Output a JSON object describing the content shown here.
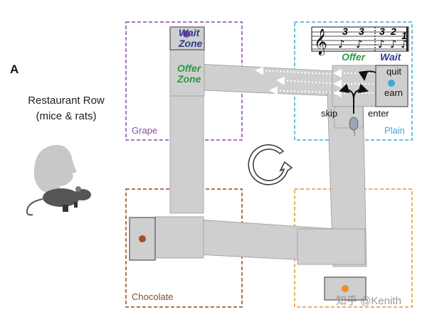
{
  "panel_label": "A",
  "title": {
    "line1": "Restaurant Row",
    "line2": "(mice & rats)"
  },
  "restaurants": {
    "grape": {
      "label": "Grape",
      "color": "#8a4aa6"
    },
    "plain": {
      "label": "Plain",
      "color": "#3aaad4"
    },
    "chocolate": {
      "label": "Chocolate",
      "color": "#8a4a25"
    },
    "cherry": {
      "label": "",
      "color": "#e7962a",
      "pellet_color": "#f0892b"
    }
  },
  "zones": {
    "wait_zone": {
      "label_line1": "Wait",
      "label_line2": "Zone",
      "color": "#2e3a8f"
    },
    "offer_zone": {
      "label_line1": "Offer",
      "label_line2": "Zone",
      "color": "#2a9a45"
    }
  },
  "tone": {
    "notes": [
      "3",
      "3",
      "3",
      "2",
      "1"
    ],
    "offer_label": "Offer",
    "wait_label": "Wait"
  },
  "decisions": {
    "quit": "quit",
    "earn": "earn",
    "skip": "skip",
    "enter": "enter"
  },
  "pellet_colors": {
    "grape": "#8a3fc0",
    "plain": "#3aaad4",
    "chocolate": "#a0502a"
  },
  "corridor_color": "#cfcfcf",
  "watermark": "知乎 @Kenith"
}
